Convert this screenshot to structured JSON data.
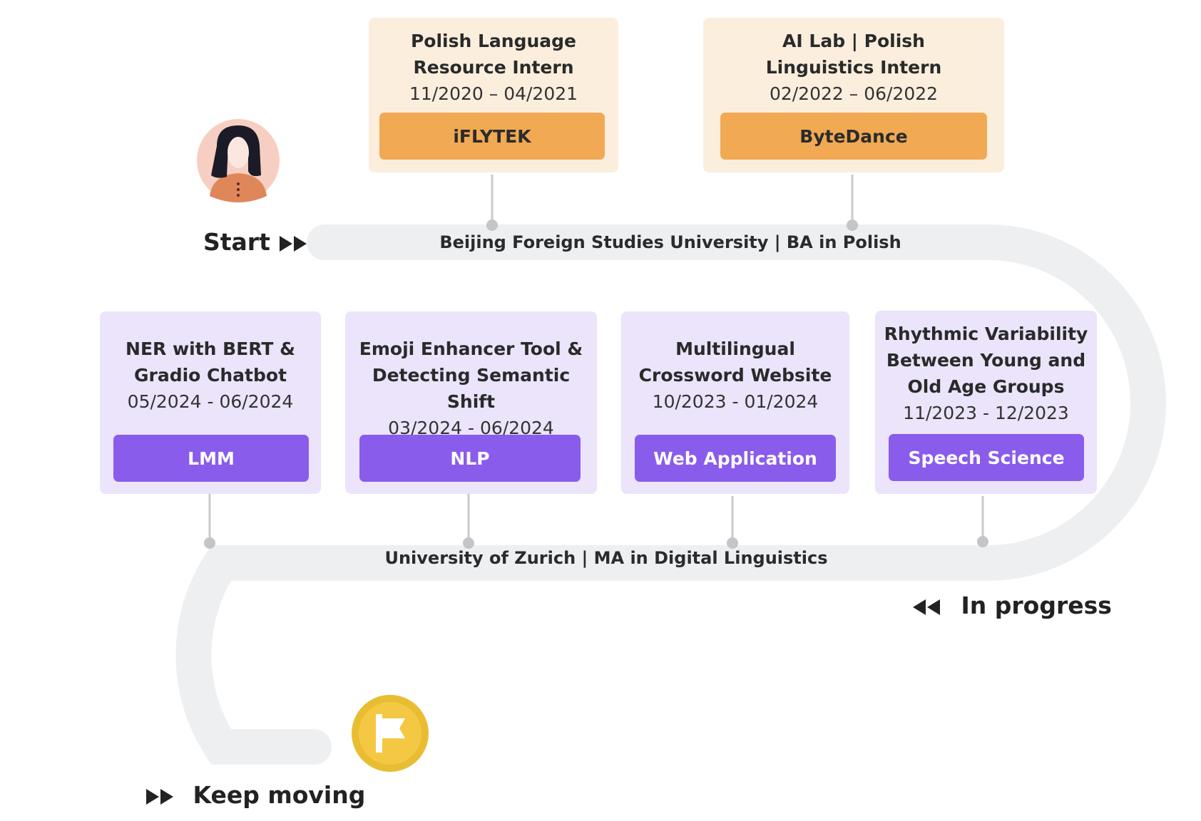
{
  "start": {
    "label": "Start"
  },
  "in_progress": {
    "label": "In progress"
  },
  "keep_moving": {
    "label": "Keep moving"
  },
  "roads": {
    "upper": "Beijing Foreign Studies University | BA in Polish",
    "lower": "University of Zurich | MA in Digital Linguistics"
  },
  "work": [
    {
      "title_lines": [
        "Polish Language",
        "Resource Intern"
      ],
      "dates": "11/2020 – 04/2021",
      "company": "iFLYTEK"
    },
    {
      "title_lines": [
        "AI Lab | Polish",
        "Linguistics Intern"
      ],
      "dates": "02/2022 – 06/2022",
      "company": "ByteDance"
    }
  ],
  "projects": [
    {
      "title_lines": [
        "NER with BERT &",
        "Gradio Chatbot"
      ],
      "dates": "05/2024 - 06/2024",
      "tag": "LMM"
    },
    {
      "title_lines": [
        "Emoji Enhancer Tool &",
        "Detecting Semantic Shift"
      ],
      "dates": "03/2024 - 06/2024",
      "tag": "NLP"
    },
    {
      "title_lines": [
        "Multilingual",
        "Crossword Website"
      ],
      "dates": "10/2023 - 01/2024",
      "tag": "Web Application"
    },
    {
      "title_lines": [
        "Rhythmic Variability",
        "Between Young and",
        "Old Age Groups"
      ],
      "dates": "11/2023 - 12/2023",
      "tag": "Speech Science"
    }
  ],
  "icons": {
    "avatar": "person-avatar-icon",
    "flag": "flag-icon",
    "forward": "fast-forward-icon",
    "rewind": "rewind-icon"
  },
  "colors": {
    "road": "#eeeff1",
    "work_card": "#fbeedd",
    "work_tag": "#f1a954",
    "project_card": "#ebe4fb",
    "project_tag": "#8a5cec",
    "flag_badge": "#f4c64a"
  }
}
